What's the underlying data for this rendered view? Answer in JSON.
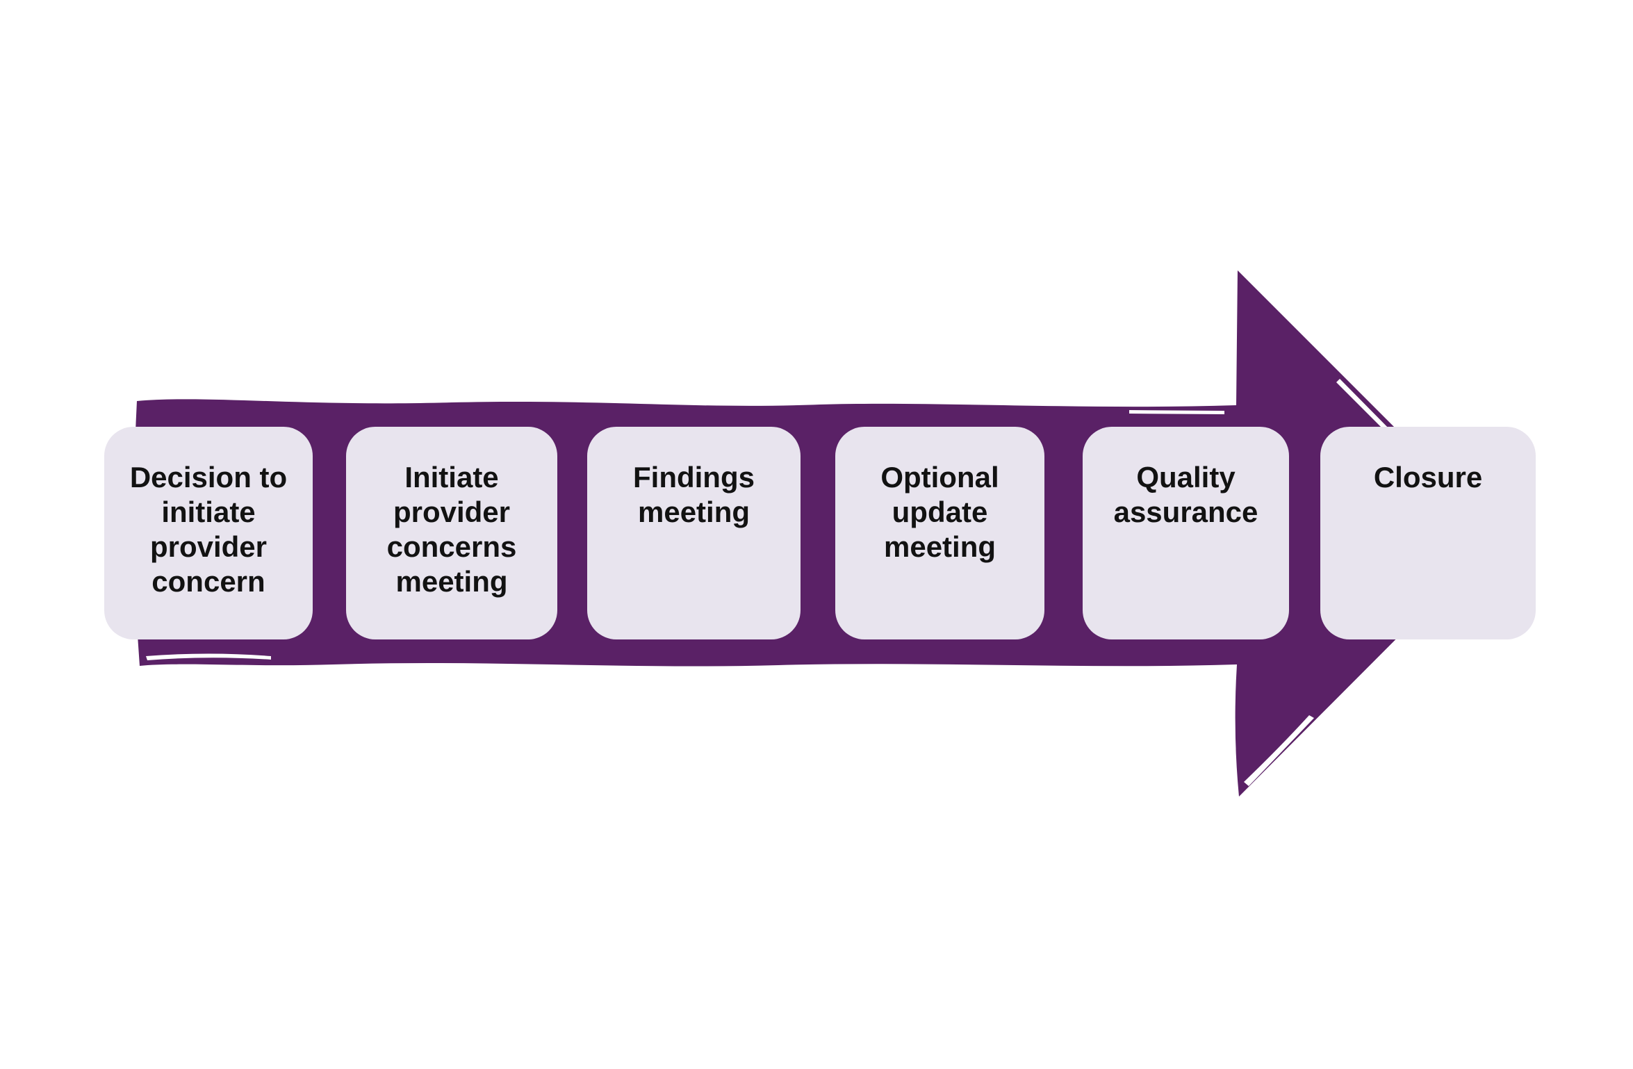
{
  "diagram": {
    "type": "process-flow-arrow",
    "direction": "left-to-right",
    "steps": [
      {
        "label": "Decision to\ninitiate\nprovider\nconcern"
      },
      {
        "label": "Initiate\nprovider\nconcerns\nmeeting"
      },
      {
        "label": "Findings\nmeeting"
      },
      {
        "label": "Optional\nupdate\nmeeting"
      },
      {
        "label": "Quality\nassurance"
      },
      {
        "label": "Closure"
      }
    ]
  },
  "colors": {
    "arrow": "#5a2166",
    "box": "#e8e4ee",
    "text": "#121212",
    "background": "#ffffff",
    "highlight": "#ffffff"
  }
}
